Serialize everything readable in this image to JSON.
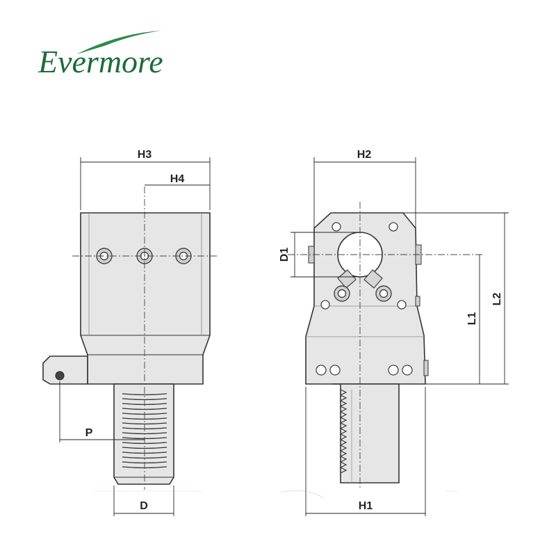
{
  "brand": {
    "name": "Evermore",
    "color": "#1e6b3a",
    "swoosh_color": "#2e8b4a"
  },
  "colors": {
    "body_fill": "#e6e6e6",
    "outline": "#333333",
    "dim_line": "#222222",
    "center_line": "#444444",
    "bolt": "#555555"
  },
  "drawing": {
    "front_view": {
      "labels": {
        "h3": "H3",
        "h4": "H4",
        "p": "P",
        "d": "D"
      }
    },
    "side_view": {
      "labels": {
        "h2": "H2",
        "h1": "H1",
        "d1": "D1",
        "l1": "L1",
        "l2": "L2"
      }
    }
  }
}
